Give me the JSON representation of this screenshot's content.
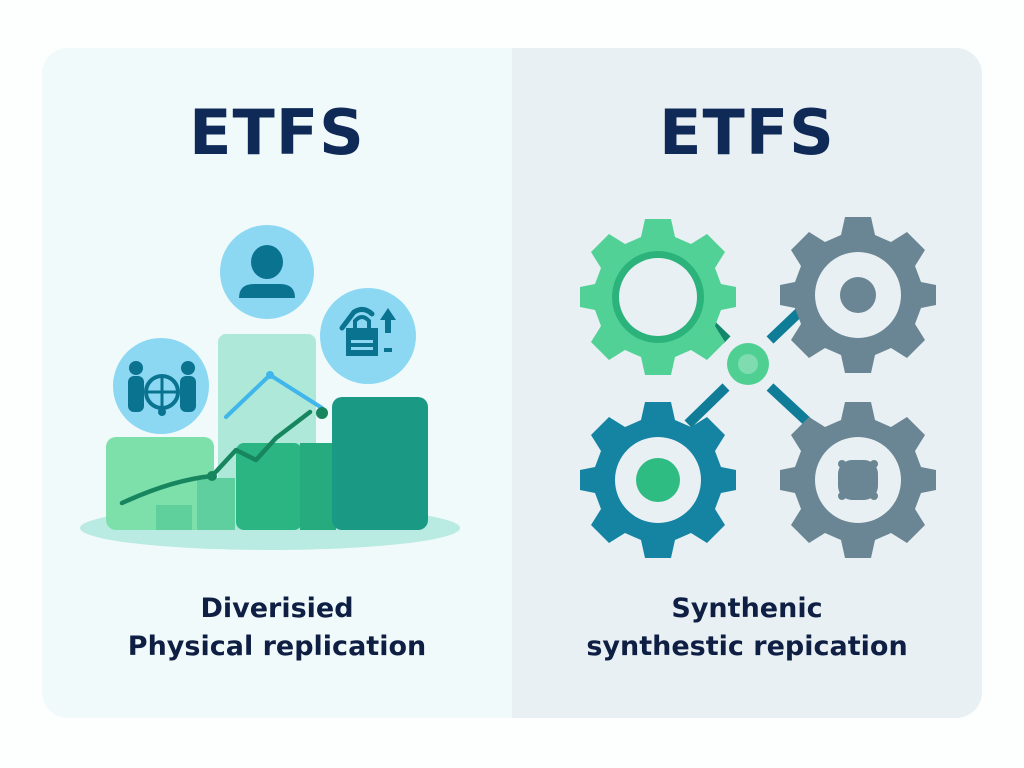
{
  "left_panel": {
    "title": "ETFS",
    "caption_line1": "Diverisied",
    "caption_line2": "Physical replication",
    "background": "#f1fafa",
    "illustration": {
      "type": "bar-chart-with-trend-and-icons",
      "icons": [
        "people-globe-icon",
        "user-icon",
        "lock-growth-icon"
      ],
      "bar_colors": [
        "#7ddfaa",
        "#52c99a",
        "#2ab583",
        "#1a9a84"
      ],
      "trend_line_color": "#17865f",
      "accent_line_color": "#40b6ea",
      "icon_circle_color": "#8cd8f3",
      "icon_glyph_color": "#0a7390"
    }
  },
  "right_panel": {
    "title": "ETFS",
    "caption_line1": "Synthenic",
    "caption_line2": "synthestic repication",
    "background": "#e8f0f3",
    "illustration": {
      "type": "connected-gears",
      "gears": [
        {
          "position": "top-left",
          "color": "#52d196",
          "center": "ring"
        },
        {
          "position": "top-right",
          "color": "#6a8594",
          "center": "dot"
        },
        {
          "position": "bottom-left",
          "color": "#1584a3",
          "center": "green-dot"
        },
        {
          "position": "bottom-right",
          "color": "#6a8594",
          "center": "squircle"
        }
      ],
      "hub_color": "#4fcf92",
      "connector_color": "#0f7d98"
    }
  },
  "colors": {
    "title": "#0f2a56",
    "caption": "#0f1f44",
    "page_background": "#fdfefe"
  }
}
